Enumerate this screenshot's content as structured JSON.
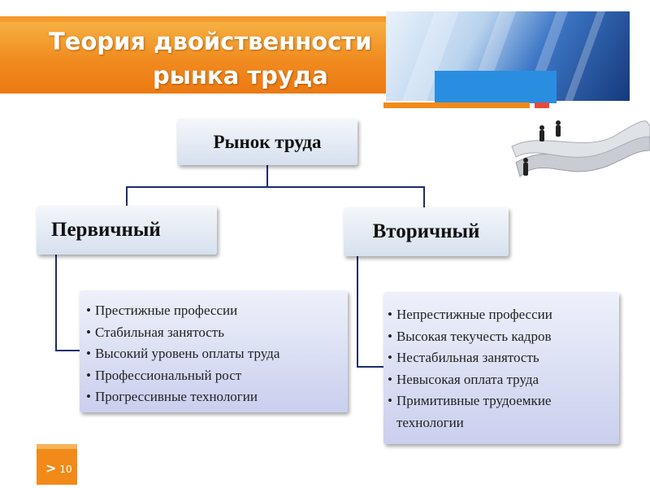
{
  "title": {
    "line1": "Теория двойственности",
    "line2": "рынка труда"
  },
  "diagram": {
    "root": "Рынок труда",
    "primary": {
      "label": "Первичный",
      "items": [
        "Престижные профессии",
        "Стабильная занятость",
        "Высокий уровень оплаты труда",
        "Профессиональный рост",
        "Прогрессивные технологии"
      ]
    },
    "secondary": {
      "label": "Вторичный",
      "items": [
        "Непрестижные профессии",
        "Высокая текучесть кадров",
        "Нестабильная занятость",
        "Невысокая оплата труда",
        "Примитивные трудоемкие технологии"
      ]
    }
  },
  "footer": {
    "arrow": ">",
    "page_number": "10"
  },
  "colors": {
    "banner": "#f08a1e",
    "accent_blue": "#2a8ee0",
    "connector": "#1f2d6b"
  }
}
